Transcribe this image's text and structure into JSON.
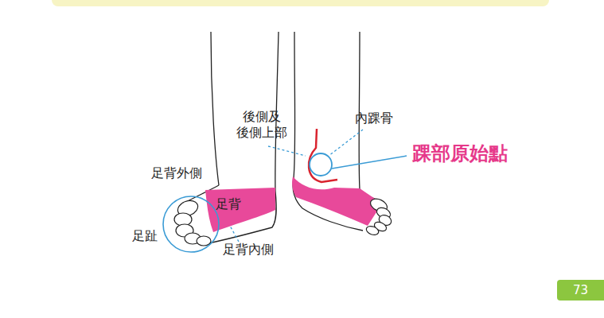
{
  "diagram": {
    "nodes": [
      {
        "text": [
          "73"
        ]
      }
    ],
    "labels": [
      "後側及 後側上部",
      "內踝骨",
      "踝部原始點",
      "足背外側",
      "足背",
      "足趾",
      "足背內側"
    ]
  }
}
